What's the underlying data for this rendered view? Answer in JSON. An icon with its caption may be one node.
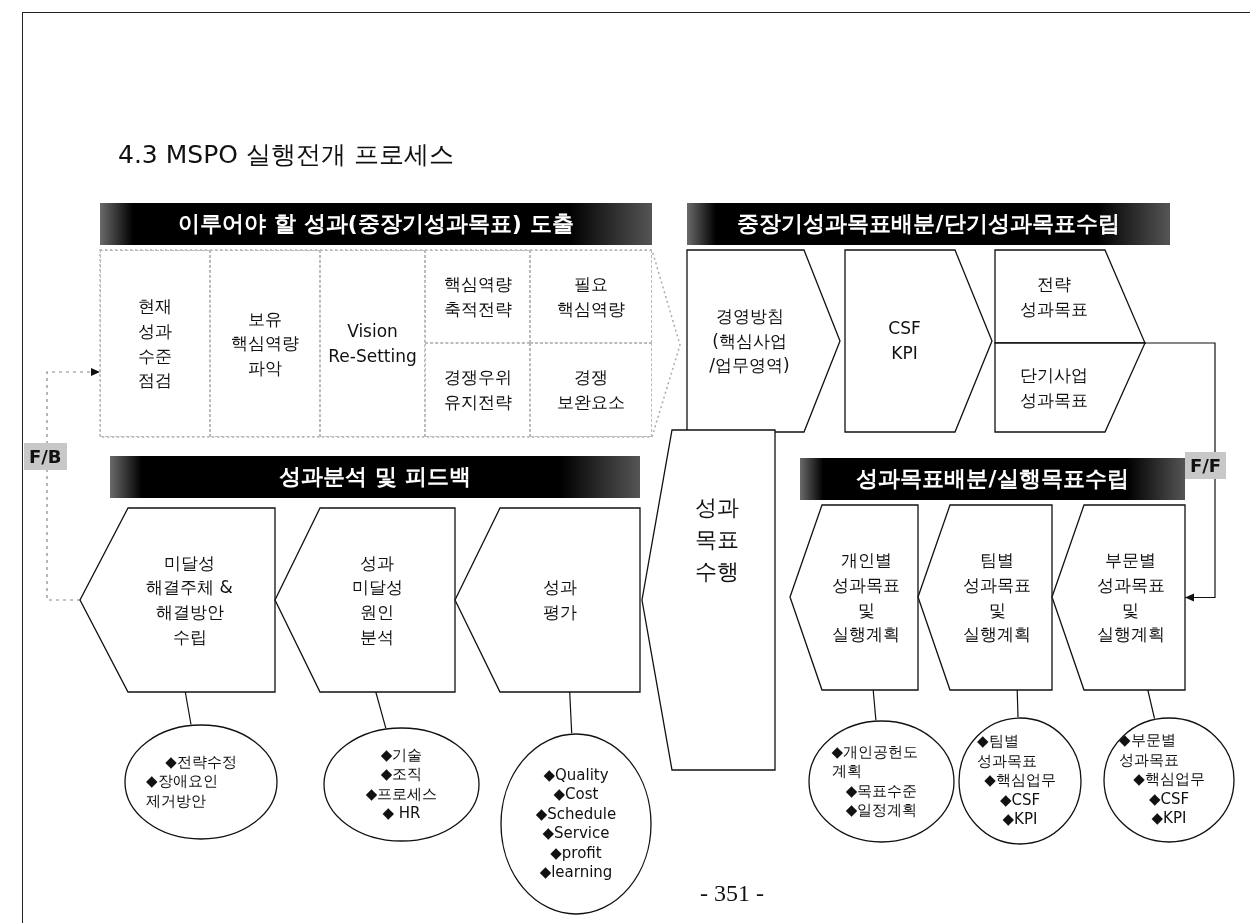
{
  "diagram": {
    "title": "4.3 MSPO 실행전개 프로세스",
    "nodes": [
      {
        "text": [
          "이루어야 할 성과(중장기성과목표) 도출"
        ]
      },
      {
        "text": [],
        "shape": "chevron"
      },
      {
        "text": [
          "현재 성과 수준 점검"
        ],
        "in": 1
      },
      {
        "text": [
          "보유 핵심역량 파악"
        ],
        "in": 1
      },
      {
        "text": [
          "Vision Re-Setting"
        ],
        "in": 1
      },
      {
        "text": [
          "핵심역량 축적전략"
        ],
        "in": 1
      },
      {
        "text": [
          "필요 핵심역량"
        ],
        "in": 1
      },
      {
        "text": [
          "경쟁우위 유지전략"
        ],
        "in": 1
      },
      {
        "text": [
          "경쟁 보완요소"
        ],
        "in": 1
      },
      {
        "text": [
          "중장기성과목표배분/단기성과목표수립"
        ]
      },
      {
        "text": [
          "경영방침 (핵심사업 /업무영역)"
        ]
      },
      {
        "text": [
          "CSF KPI"
        ]
      },
      {
        "text": [
          "전략 성과목표"
        ]
      },
      {
        "text": [
          "단기사업 성과목표"
        ]
      },
      {
        "text": [
          "성과분석 및 피드백"
        ]
      },
      {
        "text": [
          "미달성 해결주체 & 해결방안 수립"
        ]
      },
      {
        "text": [
          "성과 미달성 원인 분석"
        ]
      },
      {
        "text": [
          "성과 평가"
        ]
      },
      {
        "text": [
          "성과 목표 수행"
        ]
      },
      {
        "text": [
          "성과목표배분/실행목표수립"
        ]
      },
      {
        "text": [
          "개인별 성과목표 및 실행계획"
        ]
      },
      {
        "text": [
          "팀별 성과목표 및 실행계획"
        ]
      },
      {
        "text": [
          "부문별 성과목표 및 실행계획"
        ]
      },
      {
        "text": [
          "◆전략수정",
          "◆장애요인 제거방안"
        ]
      },
      {
        "text": [
          "◆기술",
          "◆조직",
          "◆프로세스",
          "◆ HR"
        ]
      },
      {
        "text": [
          "◆Quality",
          "◆Cost",
          "◆Schedule",
          "◆Service",
          "◆profit",
          "◆learning"
        ]
      },
      {
        "text": [
          "◆개인공헌도 계획",
          "◆목표수준",
          "◆일정계획"
        ]
      },
      {
        "text": [
          "◆팀별 성과목표",
          "◆핵심업무",
          "◆CSF",
          "◆KPI"
        ]
      },
      {
        "text": [
          "◆부문별 성과목표",
          "◆핵심업무",
          "◆CSF",
          "◆KPI"
        ]
      }
    ],
    "edges": [
      {
        "from": 15,
        "to": 23,
        "arrow": "none"
      },
      {
        "from": 16,
        "to": 24,
        "arrow": "none"
      },
      {
        "from": 17,
        "to": 25,
        "arrow": "none"
      },
      {
        "from": 20,
        "to": 26,
        "arrow": "none"
      },
      {
        "from": 21,
        "to": 27,
        "arrow": "none"
      },
      {
        "from": 22,
        "to": 28,
        "arrow": "none"
      },
      {
        "from": 12,
        "to": 22,
        "arrow": "to",
        "label": "F/F"
      },
      {
        "from": 15,
        "to": 1,
        "arrow": "to",
        "label": "F/B",
        "style": "dashed",
        "color": "#888888"
      }
    ],
    "labels": [
      "- 351 -"
    ]
  }
}
